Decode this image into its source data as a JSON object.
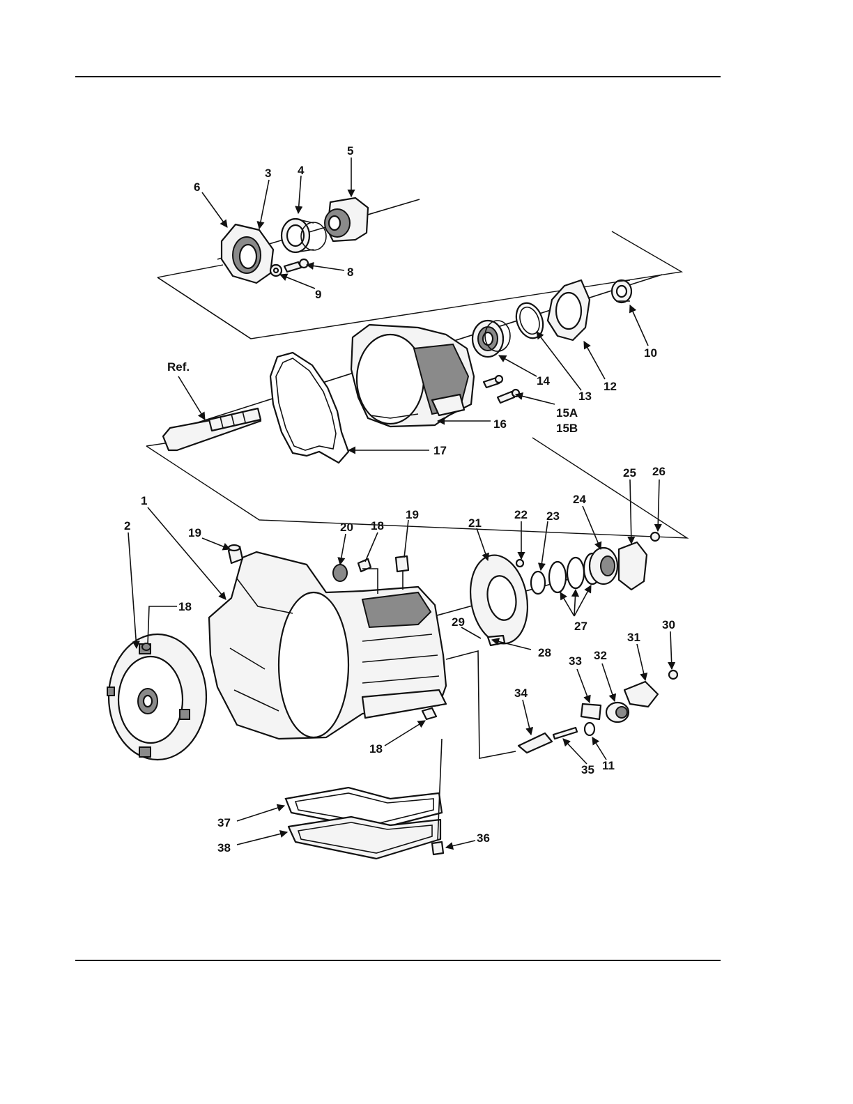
{
  "callouts": {
    "c1": "1",
    "c2": "2",
    "c3": "3",
    "c4": "4",
    "c5": "5",
    "c6": "6",
    "c8": "8",
    "c9": "9",
    "c10": "10",
    "c11": "11",
    "c12": "12",
    "c13": "13",
    "c14": "14",
    "c15a": "15A",
    "c15b": "15B",
    "c16": "16",
    "c17": "17",
    "c18a": "18",
    "c18b": "18",
    "c18c": "18",
    "c19a": "19",
    "c19b": "19",
    "c20": "20",
    "c21": "21",
    "c22": "22",
    "c23": "23",
    "c24": "24",
    "c25": "25",
    "c26": "26",
    "c27": "27",
    "c28": "28",
    "c29": "29",
    "c30": "30",
    "c31": "31",
    "c32": "32",
    "c33": "33",
    "c34": "34",
    "c35": "35",
    "c36": "36",
    "c37": "37",
    "c38": "38",
    "ref": "Ref."
  }
}
